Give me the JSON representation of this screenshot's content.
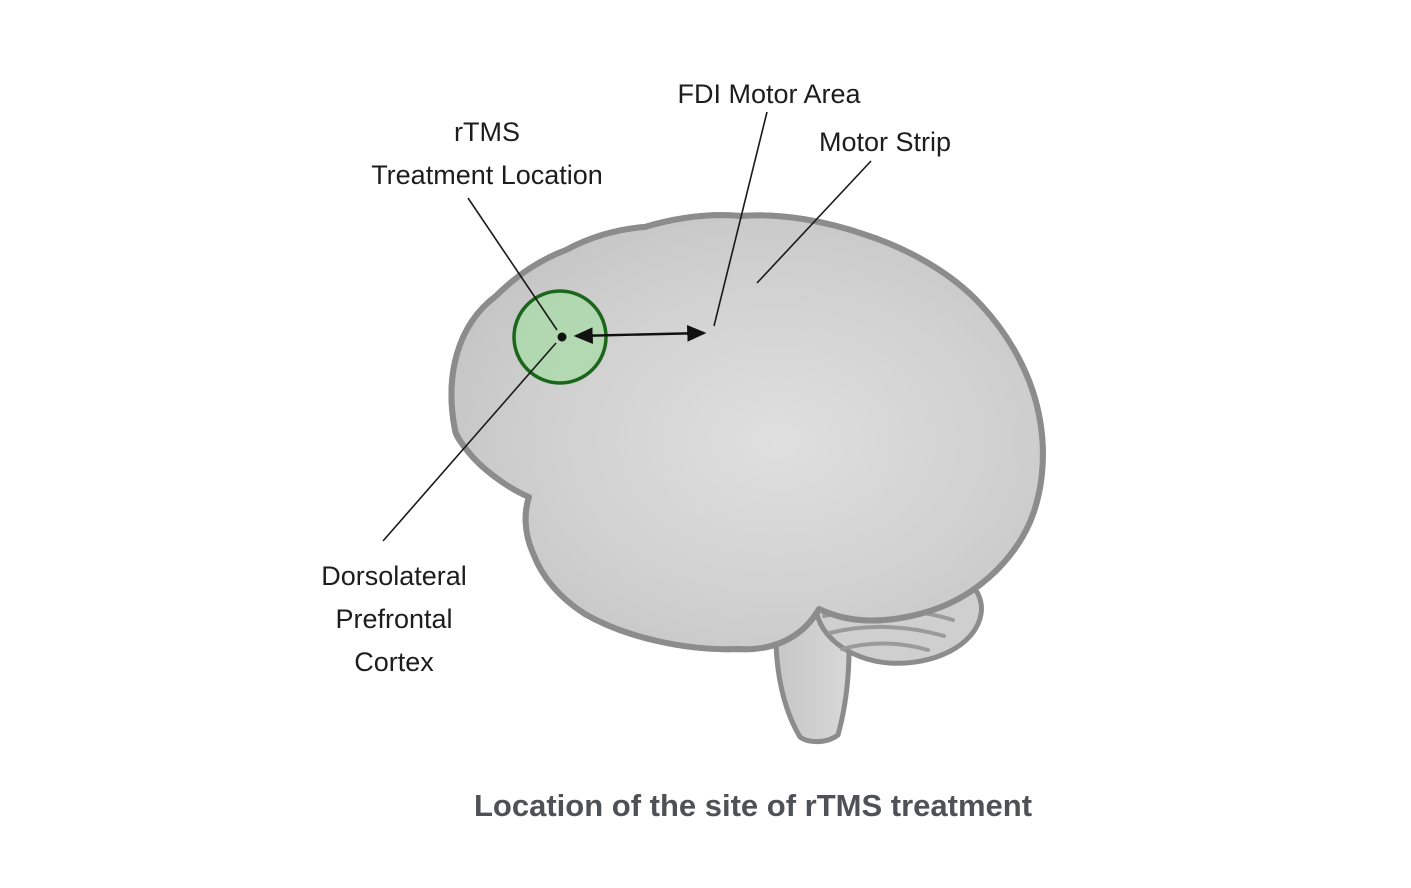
{
  "figure": {
    "type": "annotated-anatomy-diagram",
    "subject": "lateral view of human brain with rTMS treatment sites"
  },
  "labels": {
    "fdi_motor_area": "FDI Motor Area",
    "motor_strip": "Motor Strip",
    "rtms_line1": "rTMS",
    "rtms_line2": "Treatment Location",
    "dlpfc_line1": "Dorsolateral",
    "dlpfc_line2": "Prefrontal",
    "dlpfc_line3": "Cortex"
  },
  "caption": "Location of the site of rTMS treatment",
  "colors": {
    "background": "#ffffff",
    "brain_fill": "#cbcbcb",
    "brain_highlight": "#dedede",
    "brain_outline": "#8c8c8c",
    "sulci": "#9a9a9a",
    "motor_strip_fill": "#e58f8f",
    "motor_strip_crease": "#c47b7b",
    "treatment_circle_fill": "#a9dba9",
    "treatment_circle_stroke": "#1c661c",
    "annotation_line": "#1a1a1a",
    "label_text": "#1d1d1d",
    "caption_text": "#4e5156"
  }
}
